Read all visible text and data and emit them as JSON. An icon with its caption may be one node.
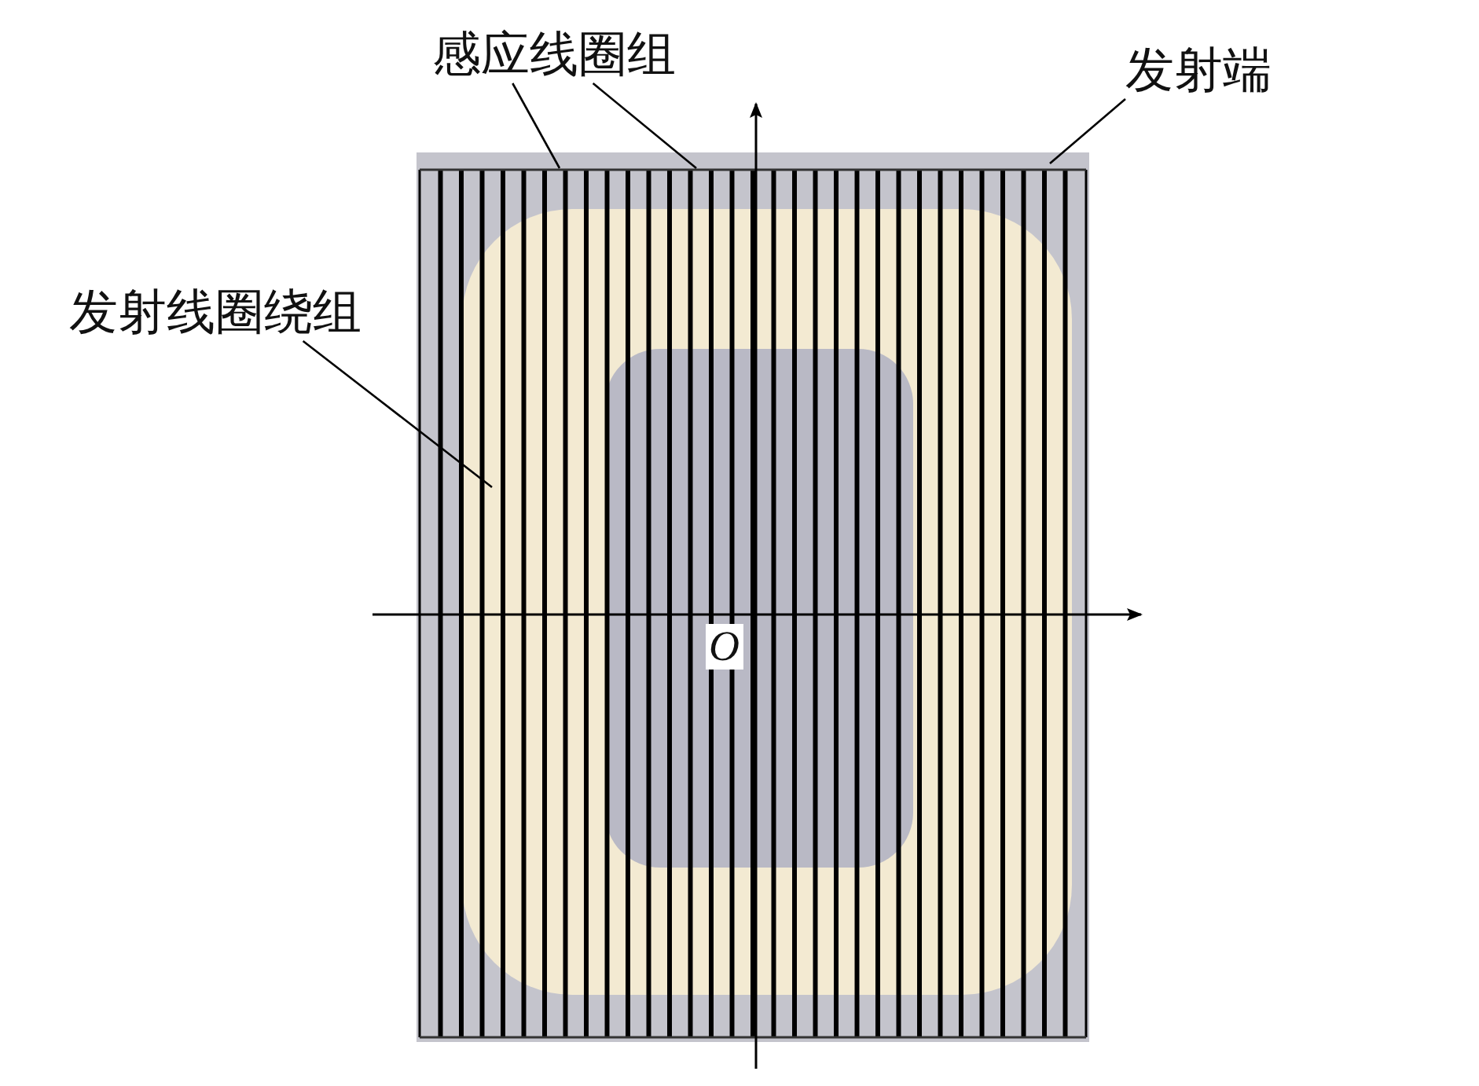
{
  "diagram": {
    "nodes": [
      {
        "text": [
          "感应线圈组"
        ]
      },
      {
        "text": [
          "发射端"
        ]
      },
      {
        "text": [
          "发射线圈绕组"
        ]
      }
    ],
    "edges": [
      {
        "from": 0,
        "to": null,
        "arrow": "none"
      },
      {
        "from": 0,
        "to": null,
        "arrow": "none"
      },
      {
        "from": 1,
        "to": null,
        "arrow": "none"
      },
      {
        "from": 2,
        "to": null,
        "arrow": "none"
      }
    ],
    "labels": [
      "O"
    ]
  }
}
